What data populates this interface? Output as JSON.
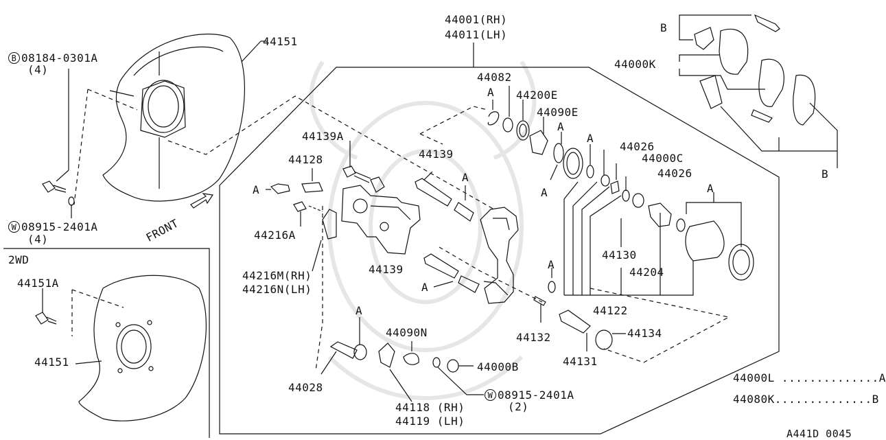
{
  "labels": {
    "p44001": "44001(RH)",
    "p44011": "44011(LH)",
    "p44151_top": "44151",
    "bolt_code": "08184-0301A",
    "bolt_qty": "(4)",
    "washer_code": "08915-2401A",
    "washer_qty": "(4)",
    "front": "FRONT",
    "twowd": "2WD",
    "p44151A": "44151A",
    "p44151_bottom": "44151",
    "p44000K": "44000K",
    "b_top": "B",
    "b_bottom": "B",
    "p44082": "44082",
    "p44200E": "44200E",
    "p44090E": "44090E",
    "p44026_a": "44026",
    "p44000C": "44000C",
    "p44026_b": "44026",
    "p44139A": "44139A",
    "p44128": "44128",
    "p44139_top": "44139",
    "p44216A": "44216A",
    "p44216M": "44216M(RH)",
    "p44216N": "44216N(LH)",
    "p44139_mid": "44139",
    "p44130": "44130",
    "p44204": "44204",
    "p44122": "44122",
    "p44132": "44132",
    "p44134": "44134",
    "p44131": "44131",
    "p44090N": "44090N",
    "p44000B": "44000B",
    "p44028": "44028",
    "p44118": "44118 (RH)",
    "p44119": "44119 (LH)",
    "washer2_code": "08915-2401A",
    "washer2_qty": "(2)",
    "kit_a": "44000L ..............A",
    "kit_b": "44080K..............B",
    "ref": "A441D 0045",
    "a1": "A",
    "a2": "A",
    "a3": "A",
    "a4": "A",
    "a5": "A",
    "a6": "A",
    "a7": "A",
    "a8": "A",
    "a9": "A",
    "a10": "A"
  },
  "prefix": {
    "bolt": "B",
    "washer": "W",
    "washer2": "W"
  }
}
